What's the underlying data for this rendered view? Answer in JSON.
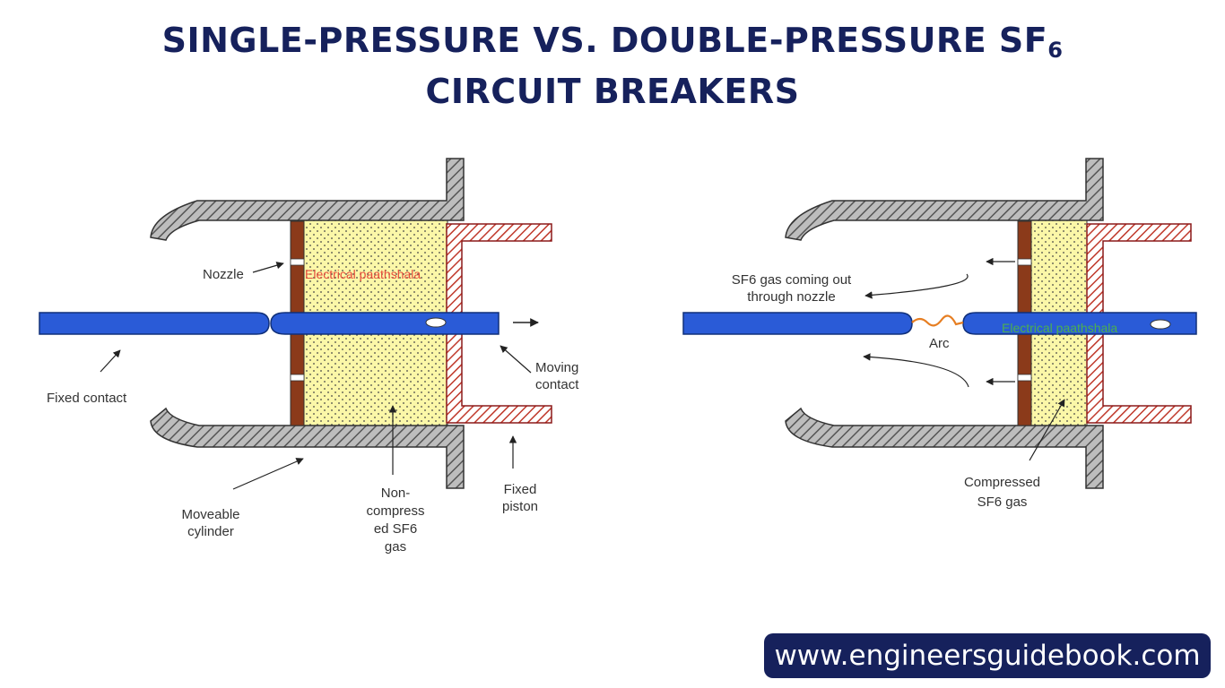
{
  "title": {
    "line1": "SINGLE-PRESSURE VS. DOUBLE-PRESSURE SF",
    "subscript": "6",
    "line2": "CIRCUIT BREAKERS"
  },
  "left": {
    "nozzle": "Nozzle",
    "watermark": "Electrical paathshala",
    "fixed_contact": "Fixed contact",
    "moving_contact": [
      "Moving",
      "contact"
    ],
    "moveable_cylinder": [
      "Moveable",
      "cylinder"
    ],
    "gas": [
      "Non-",
      "compress",
      "ed SF6",
      "gas"
    ],
    "fixed_piston": [
      "Fixed",
      "piston"
    ]
  },
  "right": {
    "gas_out": [
      "SF6 gas coming out",
      "through nozzle"
    ],
    "arc": "Arc",
    "watermark": "Electrical paathshala",
    "compressed": [
      "Compressed",
      "SF6 gas"
    ]
  },
  "website": "www.engineersguidebook.com",
  "colors": {
    "title": "#16215c",
    "contact": "#2a5bd7",
    "nozzle": "#8b3a1a",
    "gas": "#fbf7a8",
    "piston": "#c0392b",
    "wall": "#555555",
    "watermark_left": "#e74c3c",
    "watermark_right": "#4caf50",
    "arc": "#e67e22"
  }
}
